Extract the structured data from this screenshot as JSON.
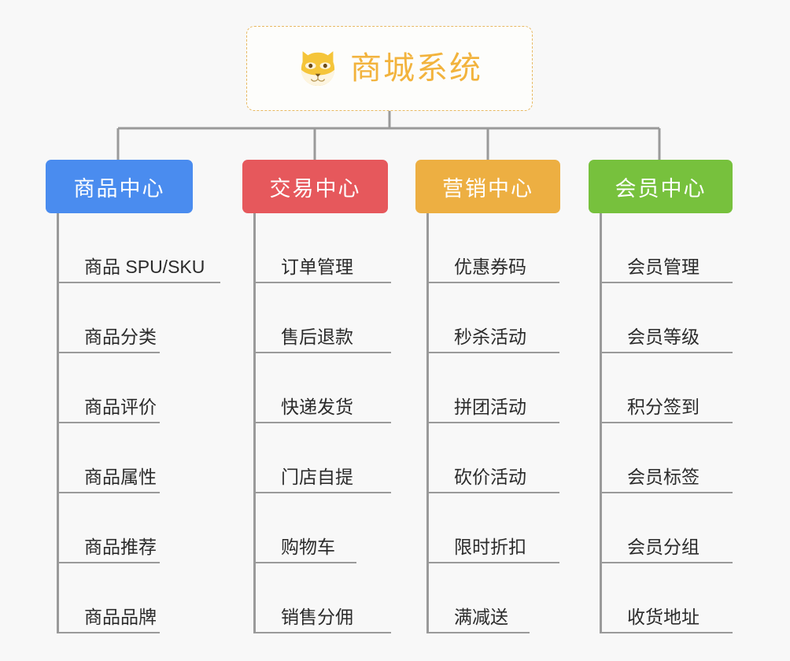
{
  "root": {
    "title": "商城系统",
    "icon": "shiba-dog-icon",
    "border_color": "#e8b963",
    "text_color": "#f2b33d",
    "background": "#fdfdfb"
  },
  "canvas": {
    "background": "#f8f8f8",
    "connector_color": "#9a9a9a"
  },
  "branches": [
    {
      "title": "商品中心",
      "color": "#4a8cef",
      "items": [
        {
          "label": "商品 SPU/SKU",
          "short": false
        },
        {
          "label": "商品分类",
          "short": true
        },
        {
          "label": "商品评价",
          "short": true
        },
        {
          "label": "商品属性",
          "short": true
        },
        {
          "label": "商品推荐",
          "short": true
        },
        {
          "label": "商品品牌",
          "short": true
        }
      ]
    },
    {
      "title": "交易中心",
      "color": "#e6585c",
      "items": [
        {
          "label": "订单管理",
          "short": false
        },
        {
          "label": "售后退款",
          "short": false
        },
        {
          "label": "快递发货",
          "short": false
        },
        {
          "label": "门店自提",
          "short": false
        },
        {
          "label": "购物车",
          "short": true
        },
        {
          "label": "销售分佣",
          "short": false
        }
      ]
    },
    {
      "title": "营销中心",
      "color": "#edaf42",
      "items": [
        {
          "label": "优惠券码",
          "short": false
        },
        {
          "label": "秒杀活动",
          "short": false
        },
        {
          "label": "拼团活动",
          "short": false
        },
        {
          "label": "砍价活动",
          "short": false
        },
        {
          "label": "限时折扣",
          "short": false
        },
        {
          "label": "满减送",
          "short": true
        }
      ]
    },
    {
      "title": "会员中心",
      "color": "#77c13d",
      "items": [
        {
          "label": "会员管理",
          "short": false
        },
        {
          "label": "会员等级",
          "short": false
        },
        {
          "label": "积分签到",
          "short": false
        },
        {
          "label": "会员标签",
          "short": false
        },
        {
          "label": "会员分组",
          "short": false
        },
        {
          "label": "收货地址",
          "short": false
        }
      ]
    }
  ]
}
